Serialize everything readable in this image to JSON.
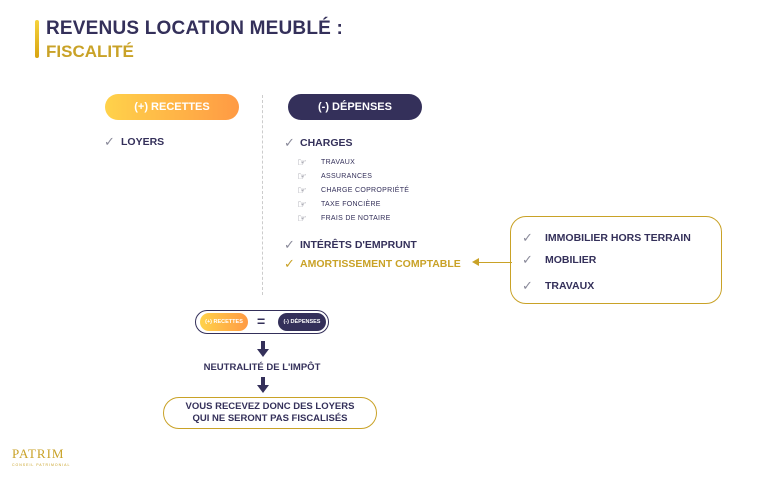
{
  "title": {
    "line1": "REVENUS LOCATION MEUBLÉ :",
    "line2": "FISCALITÉ"
  },
  "recettes": {
    "pill_label": "(+) RECETTES",
    "items": [
      "LOYERS"
    ]
  },
  "depenses": {
    "pill_label": "(-) DÉPENSES",
    "charges_label": "CHARGES",
    "charges_items": [
      "TRAVAUX",
      "ASSURANCES",
      "CHARGE COPROPRIÉTÉ",
      "TAXE FONCIÈRE",
      "FRAIS DE NOTAIRE"
    ],
    "interets_label": "INTÉRÊTS D'EMPRUNT",
    "amortissement_label": "AMORTISSEMENT COMPTABLE"
  },
  "amortissement_details": [
    "IMMOBILIER HORS TERRAIN",
    "MOBILIER",
    "TRAVAUX"
  ],
  "equation": {
    "left": "(+) RECETTES",
    "sign": "=",
    "right": "(-) DÉPENSES"
  },
  "neutralite": "NEUTRALITÉ DE L'IMPÔT",
  "conclusion": {
    "line1": "VOUS RECEVEZ DONC DES LOYERS",
    "line2": "QUI NE SERONT PAS FISCALISÉS"
  },
  "logo": {
    "name": "PATRIM",
    "tagline": "CONSEIL PATRIMONIAL"
  },
  "icons": {
    "check": "checkmark-icon",
    "hand": "pointing-hand-icon",
    "arrow": "arrow-left-icon",
    "down": "arrow-down-icon"
  },
  "colors": {
    "navy": "#34305a",
    "gold": "#c9a227",
    "gradient_start": "#ffd24a",
    "gradient_end": "#ff9a44"
  }
}
